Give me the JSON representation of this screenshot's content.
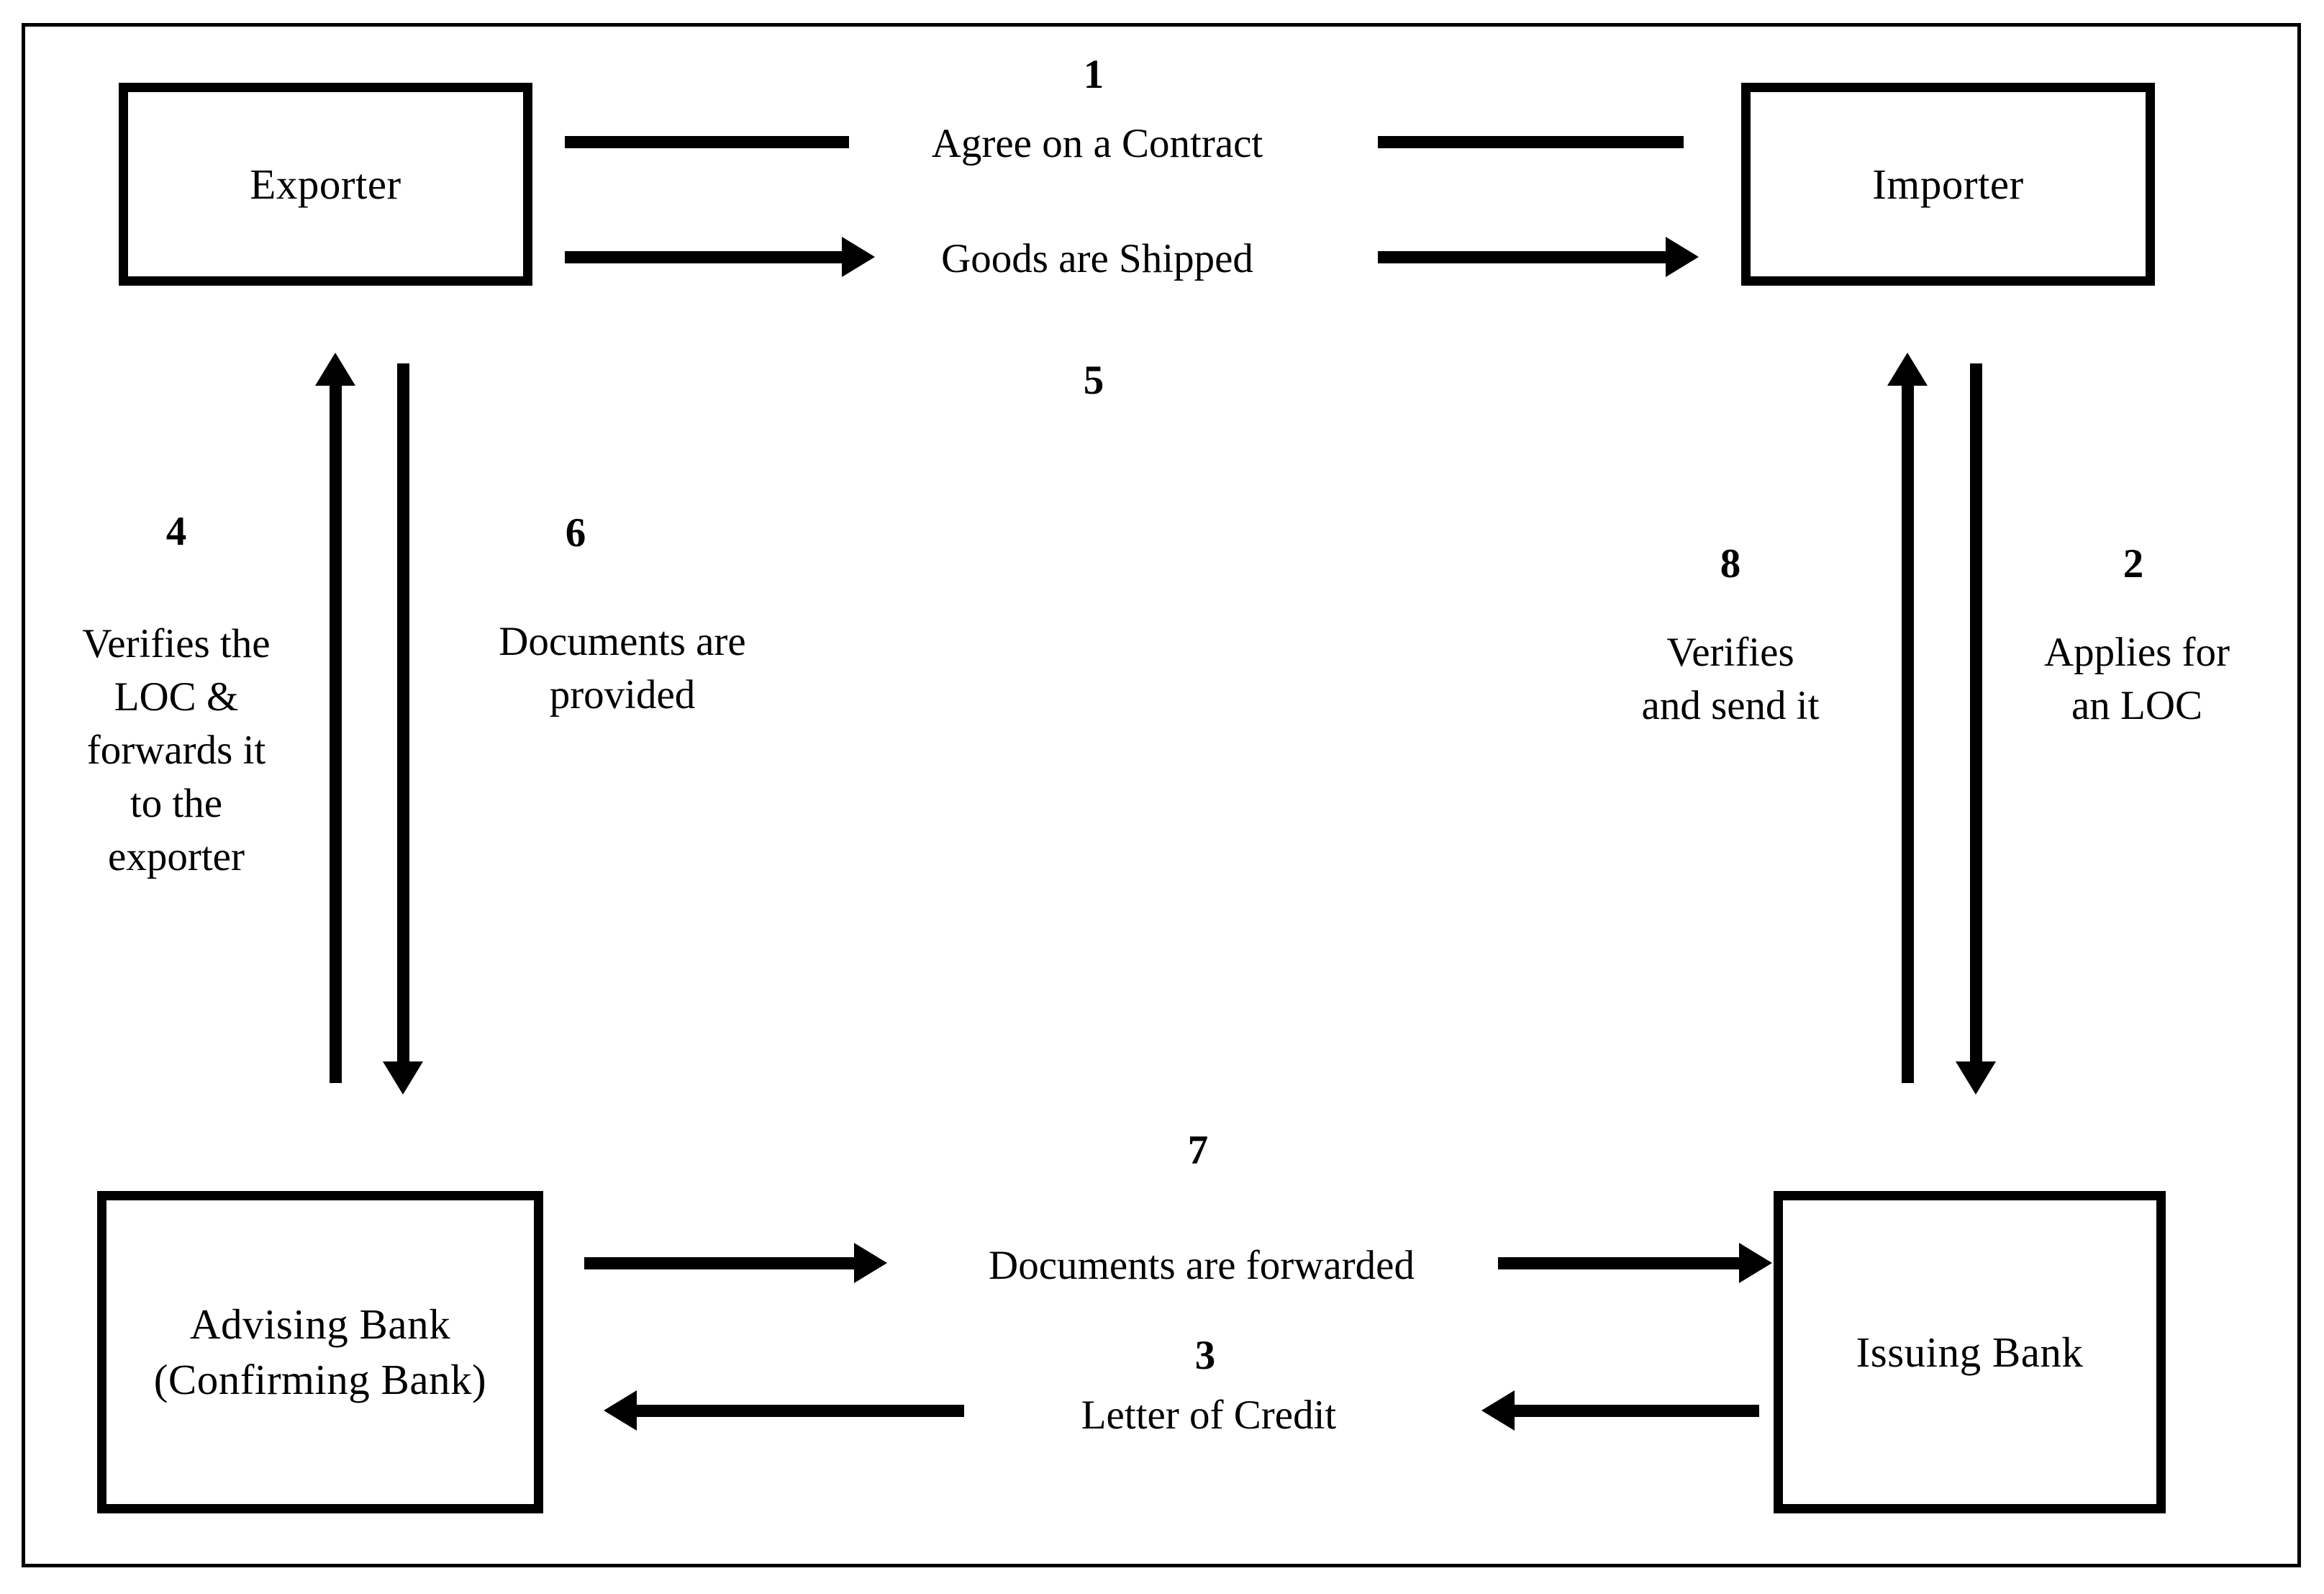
{
  "diagram": {
    "title": "Letter of Credit (LOC) trade finance process flow",
    "border_color": "#000000",
    "background_color": "#ffffff",
    "nodes": [
      {
        "id": "exporter",
        "label": "Exporter"
      },
      {
        "id": "importer",
        "label": "Importer"
      },
      {
        "id": "advising_bank",
        "label": "Advising Bank\n(Confirming\nBank)"
      },
      {
        "id": "issuing_bank",
        "label": "Issuing Bank"
      }
    ],
    "steps": [
      {
        "number": "1",
        "label": "Agree on a Contract",
        "from": "exporter",
        "to": "importer",
        "direction": "horizontal",
        "arrowhead": "none"
      },
      {
        "number": "2",
        "label": "Applies for\nan LOC",
        "from": "importer",
        "to": "issuing_bank",
        "direction": "down",
        "arrowhead": "down"
      },
      {
        "number": "3",
        "label": "Letter of Credit",
        "from": "issuing_bank",
        "to": "advising_bank",
        "direction": "left",
        "arrowhead": "left"
      },
      {
        "number": "4",
        "label": "Verifies the\nLOC &\nforwards it\nto the\nexporter",
        "from": "advising_bank",
        "to": "exporter",
        "direction": "up",
        "arrowhead": "up"
      },
      {
        "number": "5",
        "label": "Goods are Shipped",
        "from": "exporter",
        "to": "importer",
        "direction": "right",
        "arrowhead": "right"
      },
      {
        "number": "6",
        "label": "Documents are\nprovided",
        "from": "exporter",
        "to": "advising_bank",
        "direction": "down",
        "arrowhead": "down"
      },
      {
        "number": "7",
        "label": "Documents are forwarded",
        "from": "advising_bank",
        "to": "issuing_bank",
        "direction": "right",
        "arrowhead": "right"
      },
      {
        "number": "8",
        "label": "Verifies\nand send it",
        "from": "issuing_bank",
        "to": "importer",
        "direction": "up",
        "arrowhead": "up"
      }
    ]
  }
}
